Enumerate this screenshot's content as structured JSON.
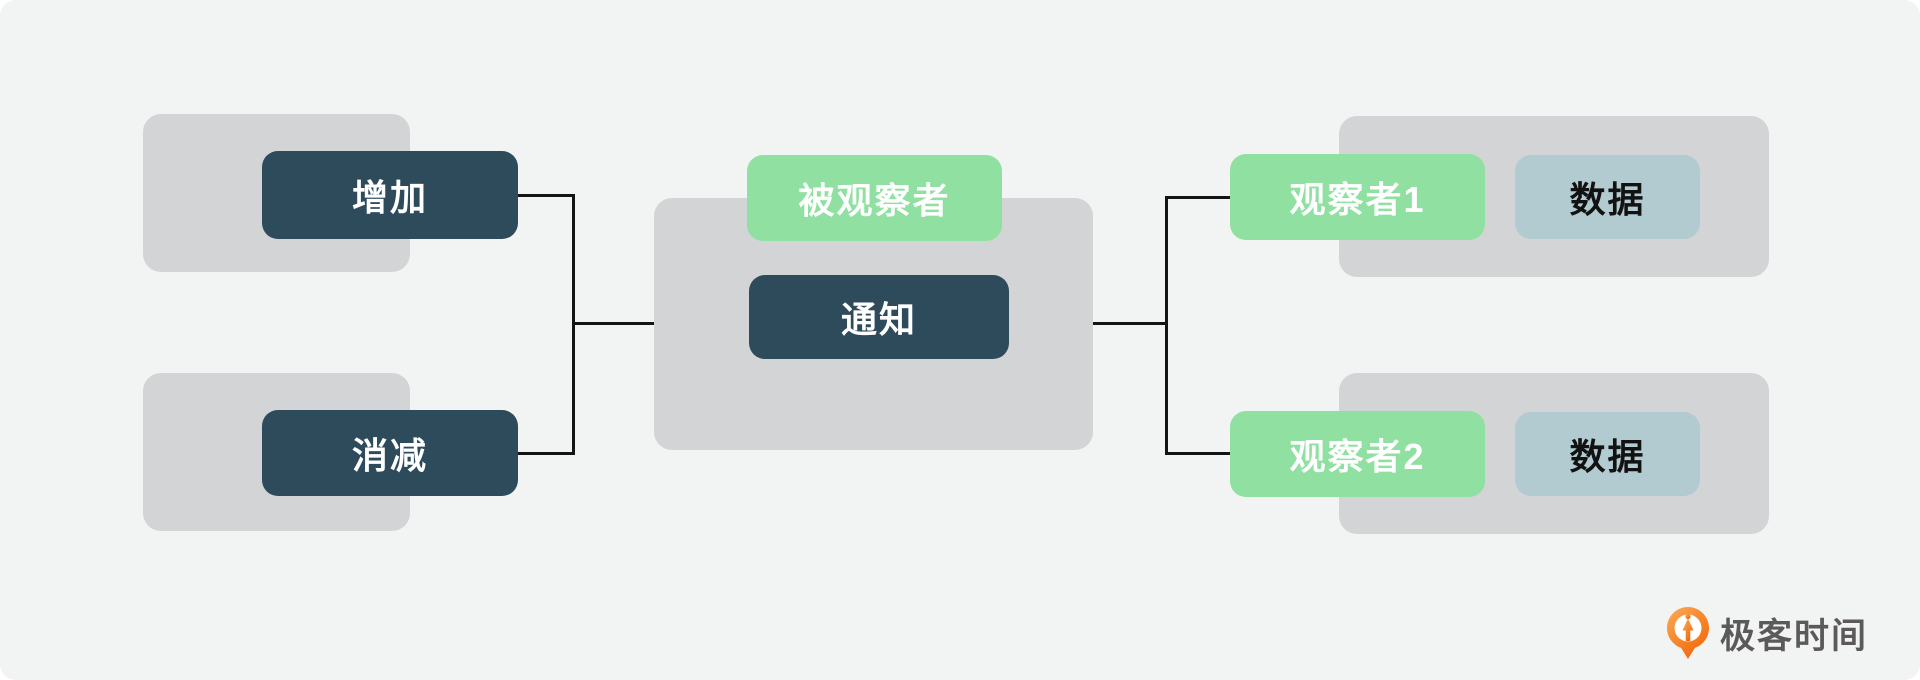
{
  "page": {
    "background": "#ffffff",
    "canvas_background": "#f2f4f4"
  },
  "colors": {
    "container_gray": "#d3d4d5",
    "node_dark_slate": "#2e4b5c",
    "node_green": "#8fe0a1",
    "node_data_teal": "#b2cbd0",
    "node_text_light": "#ffffff",
    "node_text_dark": "#121212",
    "connector_black": "#141414",
    "logo_orange": "#f26d05",
    "logo_text_gray": "#5b5959"
  },
  "diagram": {
    "actions": [
      {
        "label": "增加"
      },
      {
        "label": "消减"
      }
    ],
    "subject": {
      "title": "被观察者",
      "notify": "通知"
    },
    "observers": [
      {
        "label": "观察者1",
        "data_label": "数据"
      },
      {
        "label": "观察者2",
        "data_label": "数据"
      }
    ]
  },
  "branding": {
    "logo_text": "极客时间"
  }
}
